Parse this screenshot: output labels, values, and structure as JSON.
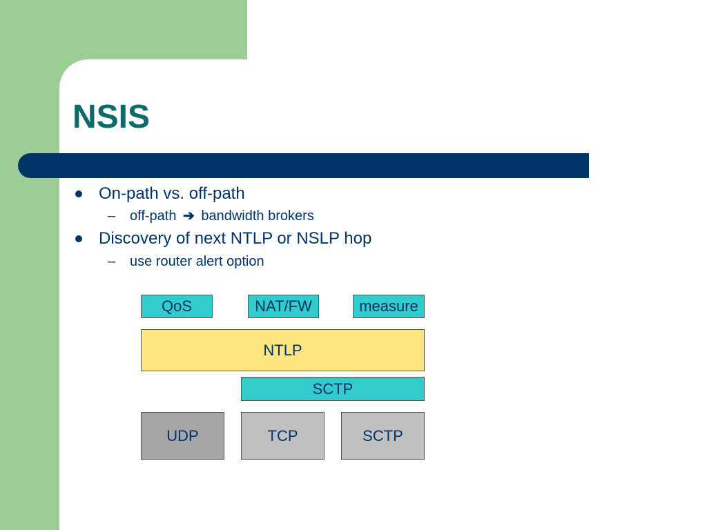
{
  "slide": {
    "title": "NSIS",
    "bullets": [
      {
        "text": "On-path vs. off-path",
        "sub": [
          {
            "before": "off-path",
            "arrow": "➔",
            "after": "bandwidth brokers"
          }
        ]
      },
      {
        "text": "Discovery of next NTLP or NSLP hop",
        "sub": [
          {
            "text": "use router alert option"
          }
        ]
      }
    ],
    "sub_marker": "–"
  },
  "diagram": {
    "nslp": [
      "QoS",
      "NAT/FW",
      "measure"
    ],
    "ntlp": "NTLP",
    "sctp_adapter": "SCTP",
    "transports": [
      "UDP",
      "TCP",
      "SCTP"
    ]
  },
  "colors": {
    "green_panel": "#9dcc97",
    "title": "#0f6b6b",
    "bar": "#003366",
    "cyan": "#33cccc",
    "yellow": "#ffe680",
    "gray": "#c0c0c0",
    "dark_gray": "#a6a6a6"
  }
}
